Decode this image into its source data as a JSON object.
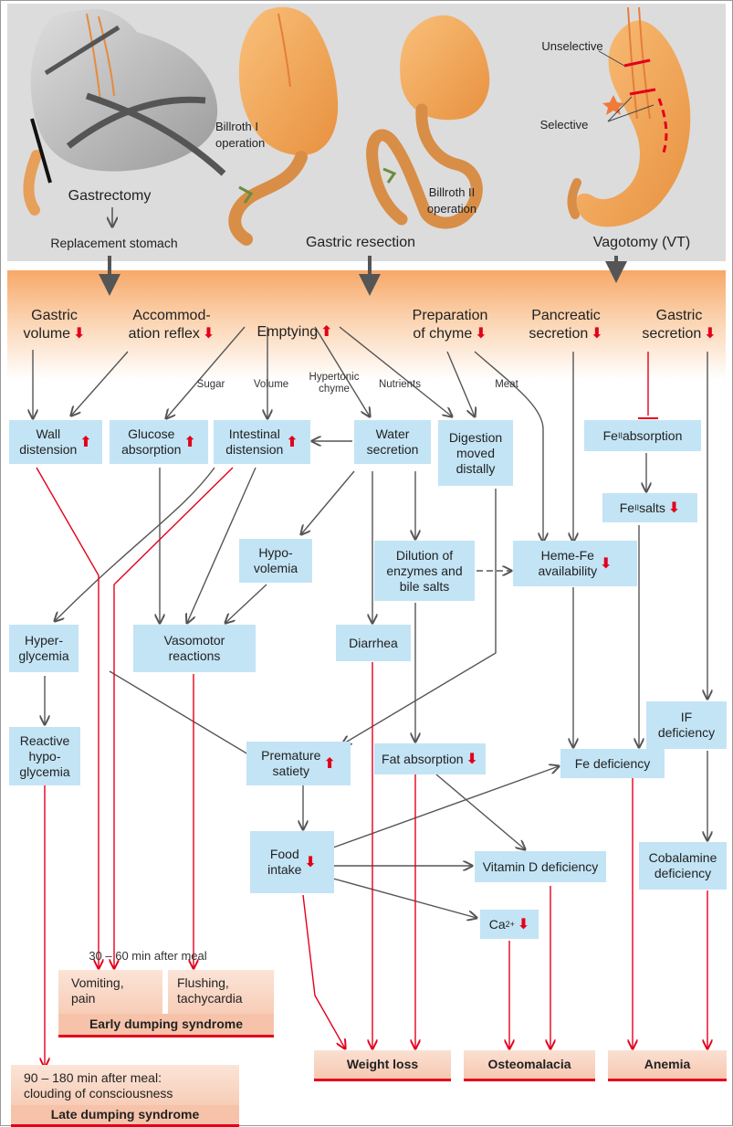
{
  "top": {
    "gastrectomy": "Gastrectomy",
    "replacement": "Replacement stomach",
    "billroth1": "Billroth I\noperation",
    "billroth2": "Billroth II\noperation",
    "resection": "Gastric resection",
    "vagotomy": "Vagotomy (VT)",
    "unselective": "Unselective",
    "selective": "Selective"
  },
  "effects": {
    "gastric_volume": "Gastric\nvolume",
    "accommodation": "Accommod-\nation reflex",
    "emptying": "Emptying",
    "prep_chyme": "Preparation\nof chyme",
    "pancreatic": "Pancreatic\nsecretion",
    "gastric_secretion": "Gastric\nsecretion"
  },
  "small_labels": {
    "sugar": "Sugar",
    "volume": "Volume",
    "hypertonic": "Hypertonic\nchyme",
    "nutrients": "Nutrients",
    "meat": "Meat",
    "time_early": "30 – 60 min after meal"
  },
  "boxes": {
    "wall": "Wall\ndistension",
    "glucose": "Glucose\nabsorption",
    "intestinal": "Intestinal\ndistension",
    "water": "Water\nsecretion",
    "digestion": "Digestion\nmoved\ndistally",
    "fe_abs": "Fe",
    "fe_abs_sup": "II",
    "fe_abs_rest": " absorption",
    "fe_salts": "Fe",
    "fe_salts_sup": "II",
    "fe_salts_rest": " salts",
    "hypovolemia": "Hypo-\nvolemia",
    "dilution": "Dilution of\nenzymes and\nbile salts",
    "heme": "Heme-Fe\navailability",
    "hyperglycemia": "Hyper-\nglycemia",
    "vasomotor": "Vasomotor\nreactions",
    "diarrhea": "Diarrhea",
    "if_def": "IF\ndeficiency",
    "reactive": "Reactive\nhypo-\nglycemia",
    "premature": "Premature\nsatiety",
    "fat_abs": "Fat absorption",
    "fe_def": "Fe deficiency",
    "food": "Food\nintake",
    "vitd": "Vitamin D deficiency",
    "cobalamine": "Cobalamine\ndeficiency",
    "ca": "Ca",
    "ca_sup": "2+"
  },
  "outcomes": {
    "vomiting": "Vomiting,\npain",
    "flushing": "Flushing,\ntachycardia",
    "early": "Early dumping syndrome",
    "late_time": "90 – 180 min after meal:\nclouding of consciousness",
    "late": "Late dumping syndrome",
    "weight": "Weight loss",
    "osteo": "Osteomalacia",
    "anemia": "Anemia"
  },
  "colors": {
    "accent_red": "#e3001b",
    "box_blue": "#c3e4f5",
    "top_grey": "#dcdcdc",
    "band_orange": "#f8b98a"
  }
}
